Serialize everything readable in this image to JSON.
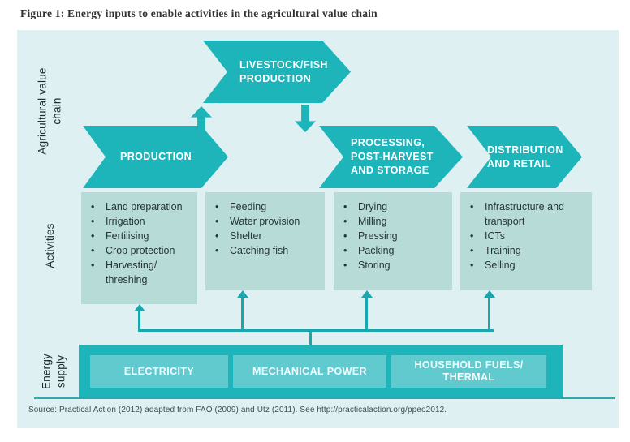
{
  "figure": {
    "title": "Figure 1: Energy inputs to enable activities in the agricultural value chain",
    "source": "Source: Practical Action (2012) adapted from FAO (2009) and Utz (2011). See http://practicalaction.org/ppeo2012."
  },
  "row_labels": {
    "value_chain": "Agricultural value\nchain",
    "activities": "Activities",
    "energy_supply": "Energy\nsupply"
  },
  "value_chain": {
    "livestock": "LIVESTOCK/FISH\nPRODUCTION",
    "production": "PRODUCTION",
    "processing": "PROCESSING,\nPOST-HARVEST\nAND STORAGE",
    "distribution": "DISTRIBUTION\nAND RETAIL"
  },
  "activities": {
    "production": [
      "Land preparation",
      "Irrigation",
      "Fertilising",
      "Crop protection",
      "Harvesting/\nthreshing"
    ],
    "livestock": [
      "Feeding",
      "Water provision",
      "Shelter",
      "Catching fish"
    ],
    "processing": [
      "Drying",
      "Milling",
      "Pressing",
      "Packing",
      "Storing"
    ],
    "distribution": [
      "Infrastructure and\ntransport",
      "ICTs",
      "Training",
      "Selling"
    ]
  },
  "energy": {
    "items": [
      "ELECTRICITY",
      "MECHANICAL POWER",
      "HOUSEHOLD FUELS/\nTHERMAL"
    ]
  },
  "colors": {
    "teal": "#1db4ba",
    "connector_teal": "#1aa6ad",
    "panel_background": "#def0f2",
    "activity_box_background": "#b7dcd8",
    "text_dark": "#243636"
  }
}
